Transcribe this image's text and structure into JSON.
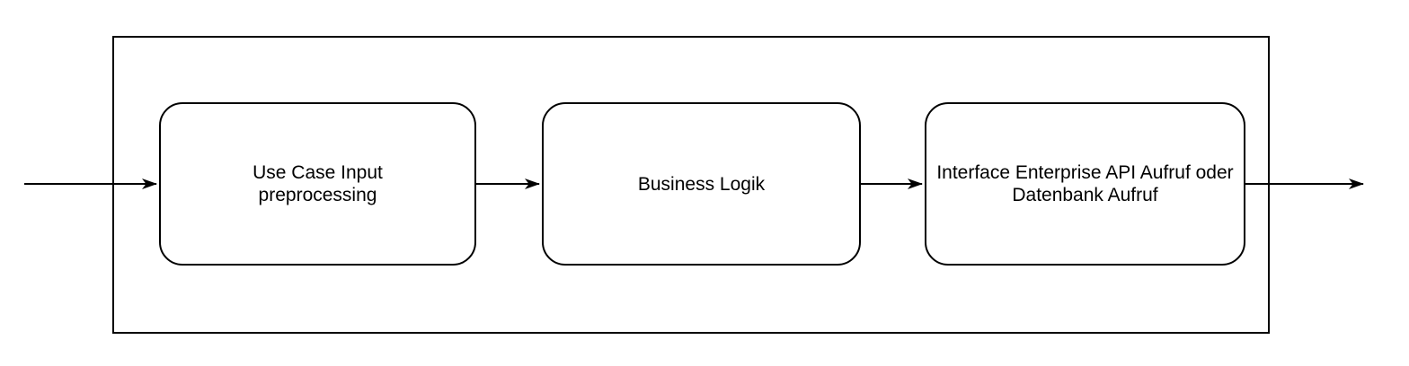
{
  "diagram": {
    "type": "flow-diagram",
    "nodes": [
      {
        "id": "use-case-input-preprocessing",
        "label": "Use Case Input\npreprocessing"
      },
      {
        "id": "business-logik",
        "label": "Business Logik"
      },
      {
        "id": "interface-enterprise-api",
        "label": "Interface Enterprise API Aufruf oder\nDatenbank Aufruf"
      }
    ],
    "edges": [
      {
        "from": "external-input",
        "to": "use-case-input-preprocessing"
      },
      {
        "from": "use-case-input-preprocessing",
        "to": "business-logik"
      },
      {
        "from": "business-logik",
        "to": "interface-enterprise-api"
      },
      {
        "from": "interface-enterprise-api",
        "to": "external-output"
      }
    ],
    "colors": {
      "stroke": "#000000",
      "node_fill": "#ffffff",
      "text": "#000000",
      "background": "#ffffff"
    }
  }
}
